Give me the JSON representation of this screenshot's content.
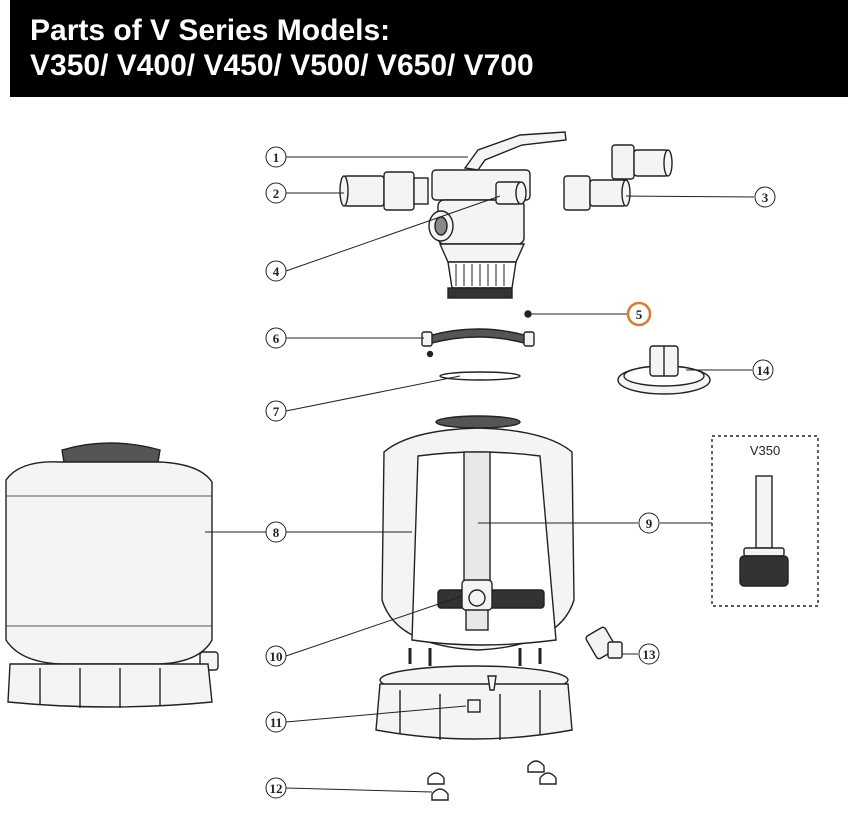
{
  "header": {
    "title_line1": "Parts of V Series Models:",
    "title_line2": "V350/ V400/ V450/ V500/ V650/ V700"
  },
  "inset": {
    "label": "V350"
  },
  "callouts": [
    "1",
    "2",
    "3",
    "4",
    "5",
    "6",
    "7",
    "8",
    "9",
    "10",
    "11",
    "12",
    "13",
    "14"
  ],
  "colors": {
    "header_bg": "#000000",
    "header_text": "#ffffff",
    "line": "#222222",
    "highlight_ring": "#e07a2a",
    "tank_fill": "#f4f4f4"
  }
}
